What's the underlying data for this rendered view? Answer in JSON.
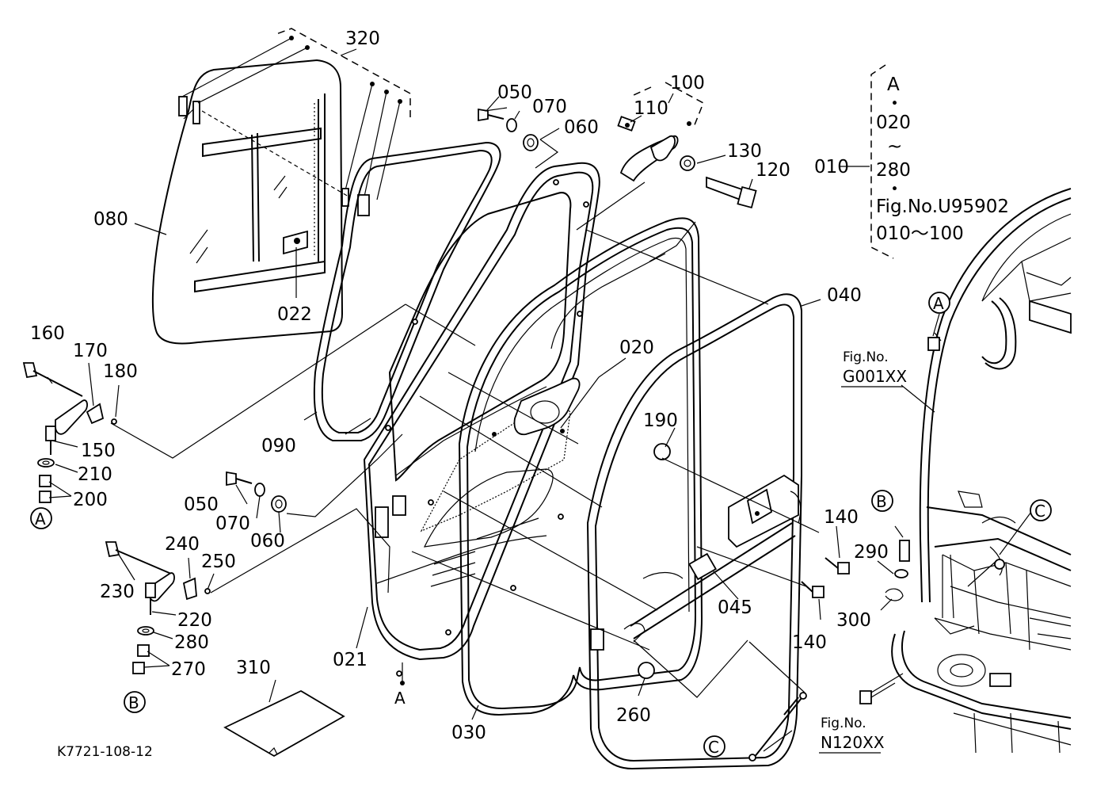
{
  "parts": {
    "p320": "320",
    "p080": "080",
    "p022": "022",
    "p090": "090",
    "p050a": "050",
    "p070a": "070",
    "p060a": "060",
    "p100": "100",
    "p110": "110",
    "p130": "130",
    "p120": "120",
    "p010": "010",
    "p160": "160",
    "p170": "170",
    "p180": "180",
    "p150": "150",
    "p210": "210",
    "p200": "200",
    "p050b": "050",
    "p070b": "070",
    "p060b": "060",
    "p240": "240",
    "p250": "250",
    "p230": "230",
    "p220": "220",
    "p280": "280",
    "p270": "270",
    "p020": "020",
    "p040": "040",
    "p190": "190",
    "p140a": "140",
    "p140b": "140",
    "p045": "045",
    "p290": "290",
    "p300": "300",
    "p021": "021",
    "p030": "030",
    "p260": "260",
    "p310": "310"
  },
  "bracket_note": {
    "line1": "A",
    "dot1": "・",
    "line2": "020",
    "tilde": "~",
    "line3": "280",
    "dot2": "・",
    "line4": "Fig.No.U95902",
    "line5": "010～100"
  },
  "refs": {
    "fig_g_label": "Fig.No.",
    "fig_g_code": "G001XX",
    "fig_n_label": "Fig.No.",
    "fig_n_code": "N120XX"
  },
  "markers": {
    "a1": "A",
    "a2": "A",
    "a_point": "A",
    "b1": "B",
    "b2": "B",
    "c1": "C",
    "c2": "C"
  },
  "drawing_code": "K7721-108-12"
}
